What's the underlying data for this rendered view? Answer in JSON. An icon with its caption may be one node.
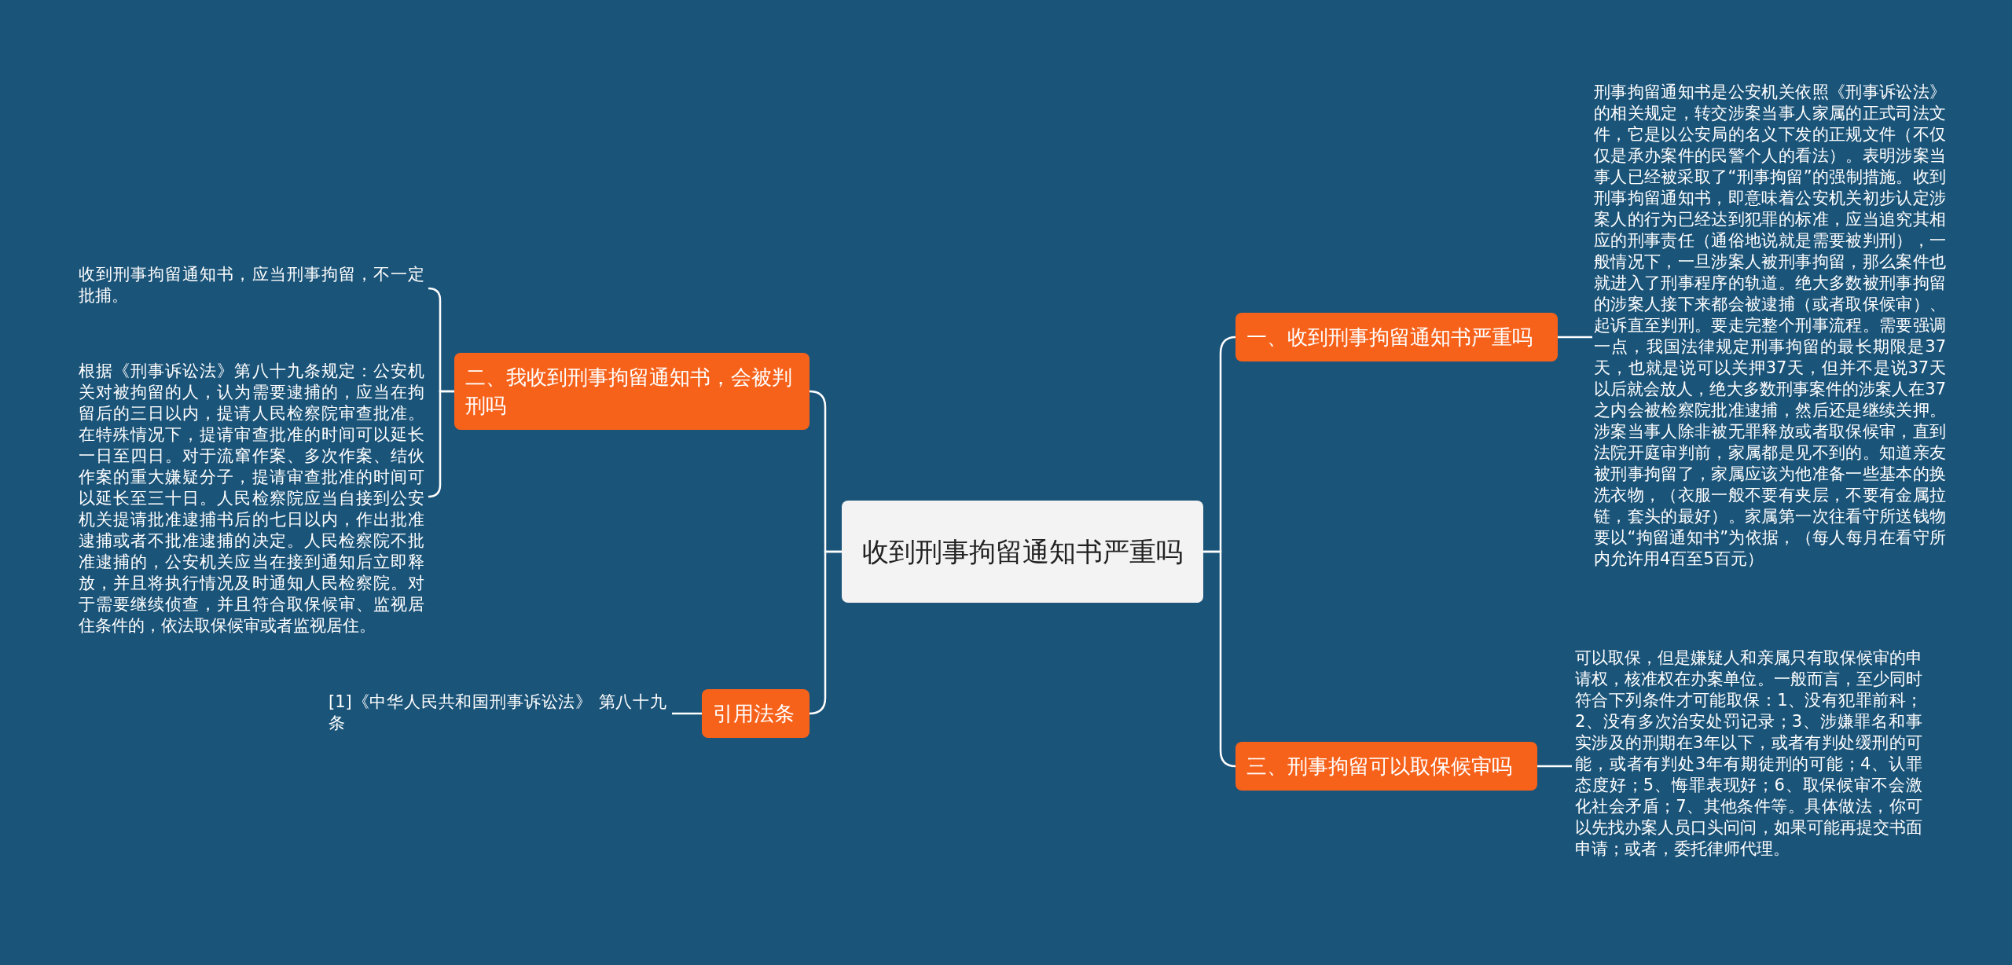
{
  "diagram": {
    "nodes": [
      {
        "text": [
          "收到刑事拘留通知书严重吗"
        ]
      },
      {
        "text": [
          "一、收到刑事拘留通知书严重吗"
        ]
      },
      {
        "text": [
          "刑事拘留通知书是公安机关依照《刑事诉讼法》的相关规定，转交涉案当事人家属的正式司法文件，它是以公安局的名义下发的正规文件（不仅仅是承办案件的民警个人的看法）。表明涉案当事人已经被采取了“刑事拘留”的强制措施。收到刑事拘留通知书，即意味着公安机关初步认定涉案人的行为已经达到犯罪的标准，应当追究其相应的刑事责任（通俗地说就是需要被判刑），一般情况下，一旦涉案人被刑事拘留，那么案件也就进入了刑事程序的轨道。绝大多数被刑事拘留的涉案人接下来都会被逮捕（或者取保候审）、起诉直至判刑。要走完整个刑事流程。需要强调一点，我国法律规定刑事拘留的最长期限是37天，也就是说可以关押37天，但并不是说37天以后就会放人，绝大多数刑事案件的涉案人在37之内会被检察院批准逮捕，然后还是继续关押。涉案当事人除非被无罪释放或者取保候审，直到法院开庭审判前，家属都是见不到的。知道亲友被刑事拘留了，家属应该为他准备一些基本的换洗衣物，（衣服一般不要有夹层，不要有金属拉链，套头的最好）。家属第一次往看守所送钱物要以“拘留通知书”为依据，（每人每月在看守所内允许用4百至5百元）"
        ]
      },
      {
        "text": [
          "二、我收到刑事拘留通知书，会被判刑吗"
        ]
      },
      {
        "text": [
          "收到刑事拘留通知书，应当刑事拘留，不一定批捕。"
        ]
      },
      {
        "text": [
          "根据《刑事诉讼法》第八十九条规定：公安机关对被拘留的人，认为需要逮捕的，应当在拘留后的三日以内，提请人民检察院审查批准。在特殊情况下，提请审查批准的时间可以延长一日至四日。对于流窜作案、多次作案、结伙作案的重大嫌疑分子，提请审查批准的时间可以延长至三十日。人民检察院应当自接到公安机关提请批准逮捕书后的七日以内，作出批准逮捕或者不批准逮捕的决定。人民检察院不批准逮捕的，公安机关应当在接到通知后立即释放，并且将执行情况及时通知人民检察院。对于需要继续侦查，并且符合取保候审、监视居住条件的，依法取保候审或者监视居住。"
        ]
      },
      {
        "text": [
          "三、刑事拘留可以取保候审吗"
        ]
      },
      {
        "text": [
          "可以取保，但是嫌疑人和亲属只有取保候审的申请权，核准权在办案单位。一般而言，至少同时符合下列条件才可能取保：1、没有犯罪前科；2、没有多次治安处罚记录；3、涉嫌罪名和事实涉及的刑期在3年以下，或者有判处缓刑的可能，或者有判处3年有期徒刑的可能；4、认罪态度好；5、悔罪表现好；6、取保候审不会激化社会矛盾；7、其他条件等。具体做法，你可以先找办案人员口头问问，如果可能再提交书面申请；或者，委托律师代理。"
        ]
      },
      {
        "text": [
          "引用法条"
        ]
      },
      {
        "text": [
          "[1]《中华人民共和国刑事诉讼法》 第八十九条"
        ]
      }
    ],
    "edges": [
      {
        "from": 0,
        "to": 1,
        "arrow": "none"
      },
      {
        "from": 1,
        "to": 2,
        "arrow": "none"
      },
      {
        "from": 0,
        "to": 3,
        "arrow": "none"
      },
      {
        "from": 3,
        "to": 4,
        "arrow": "none"
      },
      {
        "from": 3,
        "to": 5,
        "arrow": "none"
      },
      {
        "from": 0,
        "to": 6,
        "arrow": "none"
      },
      {
        "from": 6,
        "to": 7,
        "arrow": "none"
      },
      {
        "from": 0,
        "to": 8,
        "arrow": "none"
      },
      {
        "from": 8,
        "to": 9,
        "arrow": "none"
      }
    ]
  }
}
